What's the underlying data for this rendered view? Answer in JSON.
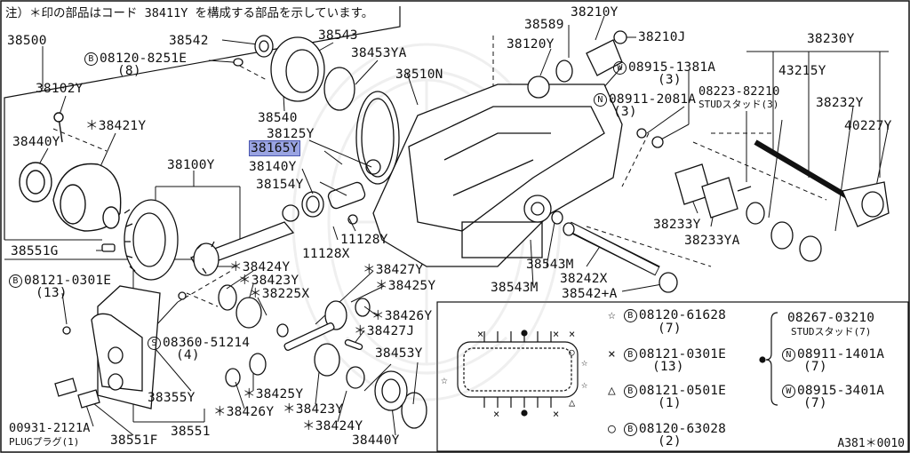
{
  "note": "注）＊印の部品はコード 38411Y を構成する部品を示しています。",
  "diagram_code": "A381＊0010",
  "highlight_color": "#9aa4e2",
  "labels": {
    "p38500": "38500",
    "p38542_top": "38542",
    "b08120_8251e": "08120-8251E",
    "b08120_8251e_qty": "(8)",
    "p38543": "38543",
    "p38453ya": "38453YA",
    "p38510n": "38510N",
    "p38540": "38540",
    "p38102y": "38102Y",
    "p38421y": "＊38421Y",
    "p38440y_top": "38440Y",
    "p38125y": "38125Y",
    "p38165y": "38165Y",
    "p38140y": "38140Y",
    "p38154y": "38154Y",
    "p38100y": "38100Y",
    "p38551g": "38551G",
    "p11128y": "11128Y",
    "p11128x": "11128X",
    "p38210y": "38210Y",
    "p38589": "38589",
    "p38120y": "38120Y",
    "p38210j": "38210J",
    "w08915_1381a": "08915-1381A",
    "w08915_1381a_qty": "(3)",
    "n08911_2081a": "08911-2081A",
    "n08911_2081a_qty": "(3)",
    "p38230y": "38230Y",
    "p43215y": "43215Y",
    "p08223_82210": "08223-82210",
    "stud3": "STUDスタッド(3)",
    "p38232y": "38232Y",
    "p40227y": "40227Y",
    "p38233y": "38233Y",
    "p38233ya": "38233YA",
    "p38543m_a": "38543M",
    "p38242x": "38242X",
    "p38543m_b": "38543M",
    "p38542a": "38542+A",
    "b08121_0301e_left": "08121-0301E",
    "b08121_0301e_left_qty": "(13)",
    "s08360_51214": "08360-51214",
    "s08360_51214_qty": "(4)",
    "p38355y": "38355Y",
    "p00931_2121a": "00931-2121A",
    "plug": "PLUGプラグ(1)",
    "p38551f": "38551F",
    "p38551": "38551",
    "p38424y_a": "＊38424Y",
    "p38423y_a": "＊38423Y",
    "p38225x": "＊38225X",
    "p38427y": "＊38427Y",
    "p38425y_a": "＊38425Y",
    "p38426y_a": "＊38426Y",
    "p38427j": "＊38427J",
    "p38425y_b": "＊38425Y",
    "p38426y_b": "＊38426Y",
    "p38423y_b": "＊38423Y",
    "p38424y_b": "＊38424Y",
    "p38453y": "38453Y",
    "p38440y_bot": "38440Y"
  },
  "legend": {
    "star": {
      "symbol": "☆",
      "prefix": "B",
      "part": "08120-61628",
      "qty": "(7)"
    },
    "cross": {
      "symbol": "×",
      "prefix": "B",
      "part": "08121-0301E",
      "qty": "(13)"
    },
    "tri": {
      "symbol": "△",
      "prefix": "B",
      "part": "08121-0501E",
      "qty": "(1)"
    },
    "circle": {
      "symbol": "○",
      "prefix": "B",
      "part": "08120-63028",
      "qty": "(2)"
    },
    "dot": {
      "symbol": "●"
    },
    "stud7": {
      "part": "08267-03210",
      "desc": "STUDスタッド(7)"
    },
    "nut7": {
      "prefix": "N",
      "part": "08911-1401A",
      "qty": "(7)"
    },
    "washer7": {
      "prefix": "W",
      "part": "08915-3401A",
      "qty": "(7)"
    }
  },
  "prefixes": {
    "b": "B",
    "n": "N",
    "w": "W",
    "s": "S"
  }
}
